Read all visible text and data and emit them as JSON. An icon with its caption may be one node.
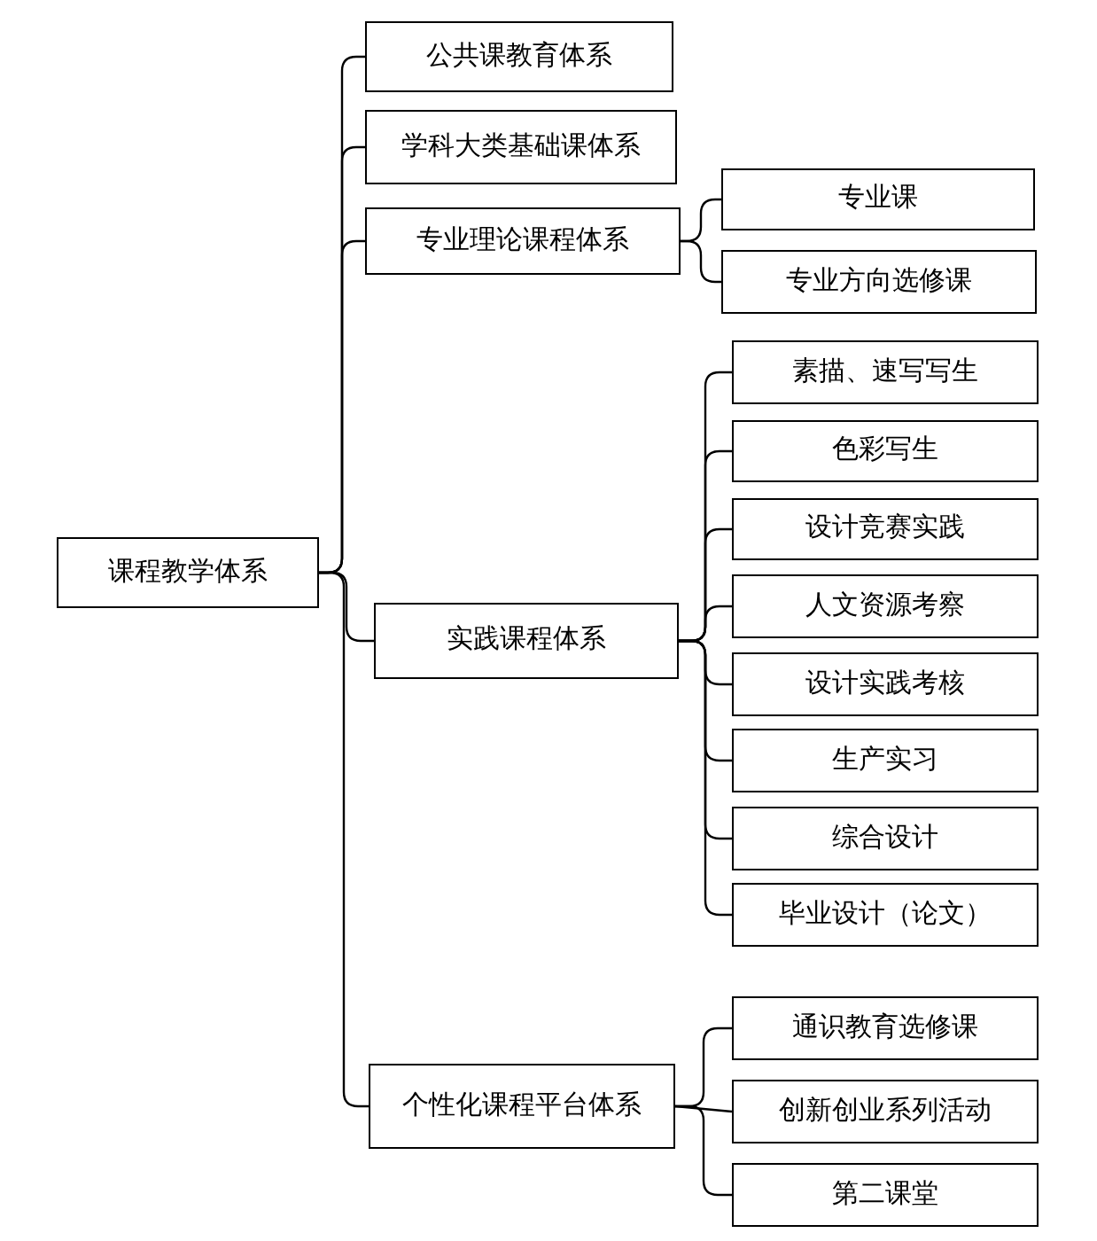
{
  "diagram": {
    "nodes": [
      {
        "text": [
          "课程教学体系"
        ]
      },
      {
        "text": [
          "公共课教育体系"
        ]
      },
      {
        "text": [
          "学科大类基础课体系"
        ]
      },
      {
        "text": [
          "专业理论课程体系"
        ]
      },
      {
        "text": [
          "专业课"
        ]
      },
      {
        "text": [
          "专业方向选修课"
        ]
      },
      {
        "text": [
          "实践课程体系"
        ]
      },
      {
        "text": [
          "素描、速写写生"
        ]
      },
      {
        "text": [
          "色彩写生"
        ]
      },
      {
        "text": [
          "设计竞赛实践"
        ]
      },
      {
        "text": [
          "人文资源考察"
        ]
      },
      {
        "text": [
          "设计实践考核"
        ]
      },
      {
        "text": [
          "生产实习"
        ]
      },
      {
        "text": [
          "综合设计"
        ]
      },
      {
        "text": [
          "毕业设计（论文）"
        ]
      },
      {
        "text": [
          "个性化课程平台体系"
        ]
      },
      {
        "text": [
          "通识教育选修课"
        ]
      },
      {
        "text": [
          "创新创业系列活动"
        ]
      },
      {
        "text": [
          "第二课堂"
        ]
      }
    ],
    "edges": [
      {
        "from": 0,
        "to": 1,
        "arrow": "none"
      },
      {
        "from": 0,
        "to": 2,
        "arrow": "none"
      },
      {
        "from": 0,
        "to": 3,
        "arrow": "none"
      },
      {
        "from": 0,
        "to": 6,
        "arrow": "none"
      },
      {
        "from": 0,
        "to": 15,
        "arrow": "none"
      },
      {
        "from": 3,
        "to": 4,
        "arrow": "none"
      },
      {
        "from": 3,
        "to": 5,
        "arrow": "none"
      },
      {
        "from": 6,
        "to": 7,
        "arrow": "none"
      },
      {
        "from": 6,
        "to": 8,
        "arrow": "none"
      },
      {
        "from": 6,
        "to": 9,
        "arrow": "none"
      },
      {
        "from": 6,
        "to": 10,
        "arrow": "none"
      },
      {
        "from": 6,
        "to": 11,
        "arrow": "none"
      },
      {
        "from": 6,
        "to": 12,
        "arrow": "none"
      },
      {
        "from": 6,
        "to": 13,
        "arrow": "none"
      },
      {
        "from": 6,
        "to": 14,
        "arrow": "none"
      },
      {
        "from": 15,
        "to": 16,
        "arrow": "none"
      },
      {
        "from": 15,
        "to": 17,
        "arrow": "none"
      },
      {
        "from": 15,
        "to": 18,
        "arrow": "none"
      }
    ]
  }
}
